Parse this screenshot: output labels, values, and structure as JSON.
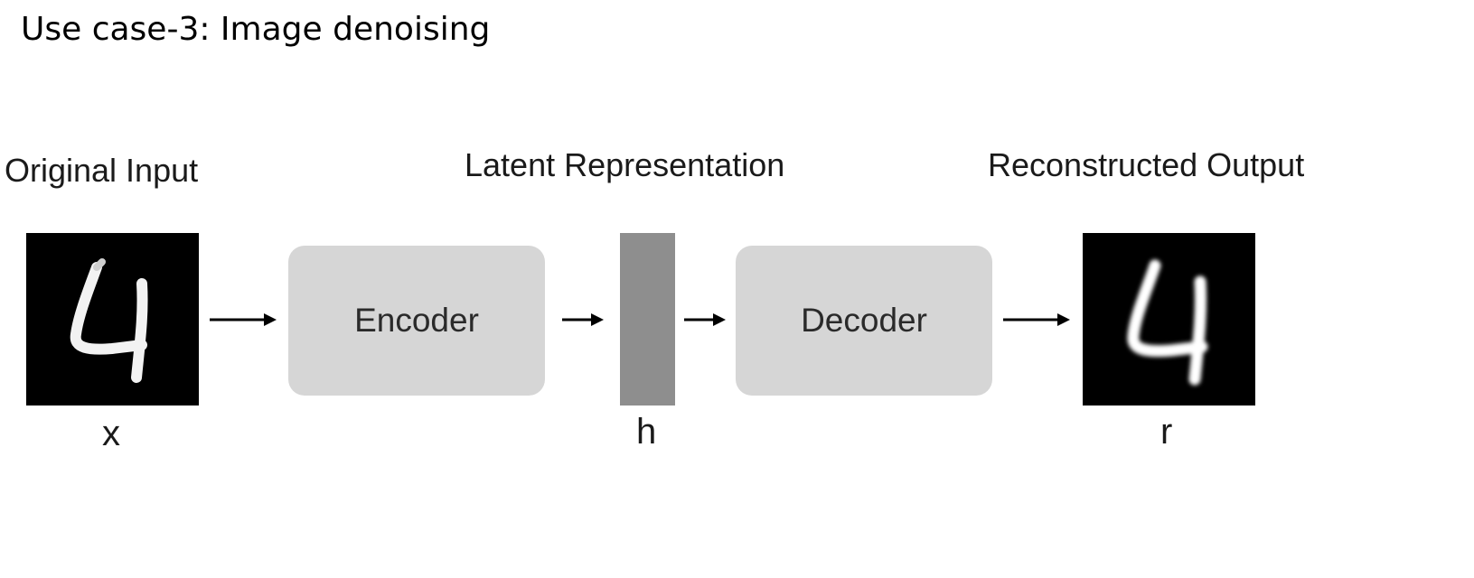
{
  "slide": {
    "title": "Use case-3: Image denoising"
  },
  "diagram": {
    "labels": {
      "input": "Original Input",
      "latent": "Latent Representation",
      "output": "Reconstructed Output"
    },
    "blocks": {
      "encoder": "Encoder",
      "decoder": "Decoder"
    },
    "variables": {
      "x": "x",
      "h": "h",
      "r": "r"
    },
    "colors": {
      "block_fill": "#d6d6d6",
      "latent_fill": "#8e8e8e",
      "image_background": "#000000",
      "arrow": "#000000"
    },
    "images": {
      "input": "handwritten-digit-4-image",
      "output": "reconstructed-digit-4-image"
    }
  }
}
